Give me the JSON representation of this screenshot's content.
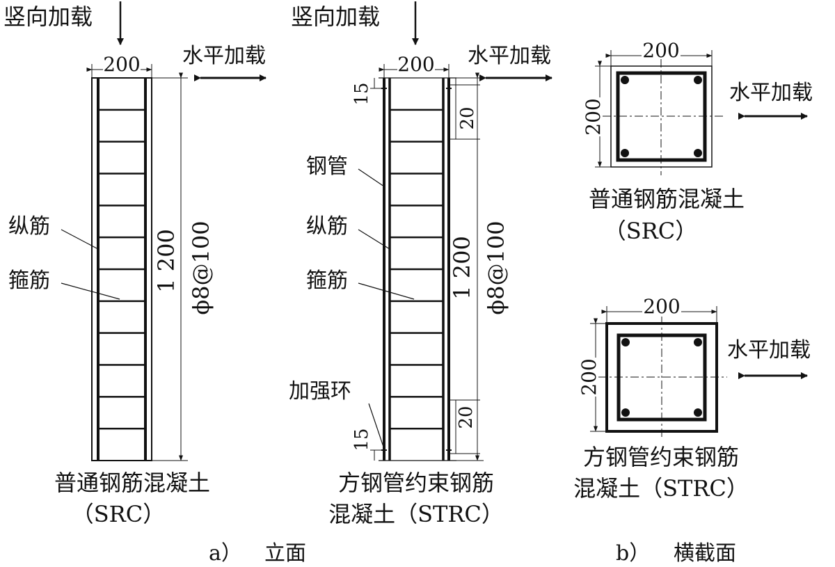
{
  "elevation_src": {
    "vertical_load": "竖向加载",
    "horizontal_load": "水平加载",
    "width_dim": "200",
    "height_dim": "1 200",
    "stirrup_spec": "ϕ8@100",
    "longitudinal_bar": "纵筋",
    "stirrup": "箍筋",
    "caption_line1": "普通钢筋混凝土",
    "caption_line2": "（SRC）"
  },
  "elevation_strc": {
    "vertical_load": "竖向加载",
    "horizontal_load": "水平加载",
    "width_dim": "200",
    "height_dim": "1 200",
    "stirrup_spec": "ϕ8@100",
    "top_offset": "15",
    "bottom_offset": "15",
    "top_gap": "20",
    "bottom_gap": "20",
    "steel_tube": "钢管",
    "longitudinal_bar": "纵筋",
    "stirrup": "箍筋",
    "stiffening_ring": "加强环",
    "caption_line1": "方钢管约束钢筋",
    "caption_line2": "混凝土（STRC）"
  },
  "section_src": {
    "width_dim": "200",
    "height_dim": "200",
    "horizontal_load": "水平加载",
    "caption_line1": "普通钢筋混凝土",
    "caption_line2": "（SRC）"
  },
  "section_strc": {
    "width_dim": "200",
    "height_dim": "200",
    "horizontal_load": "水平加载",
    "caption_line1": "方钢管约束钢筋",
    "caption_line2": "混凝土（STRC）"
  },
  "labels": {
    "a_letter": "a）",
    "a_title": "立面",
    "b_letter": "b）",
    "b_title": "横截面"
  }
}
